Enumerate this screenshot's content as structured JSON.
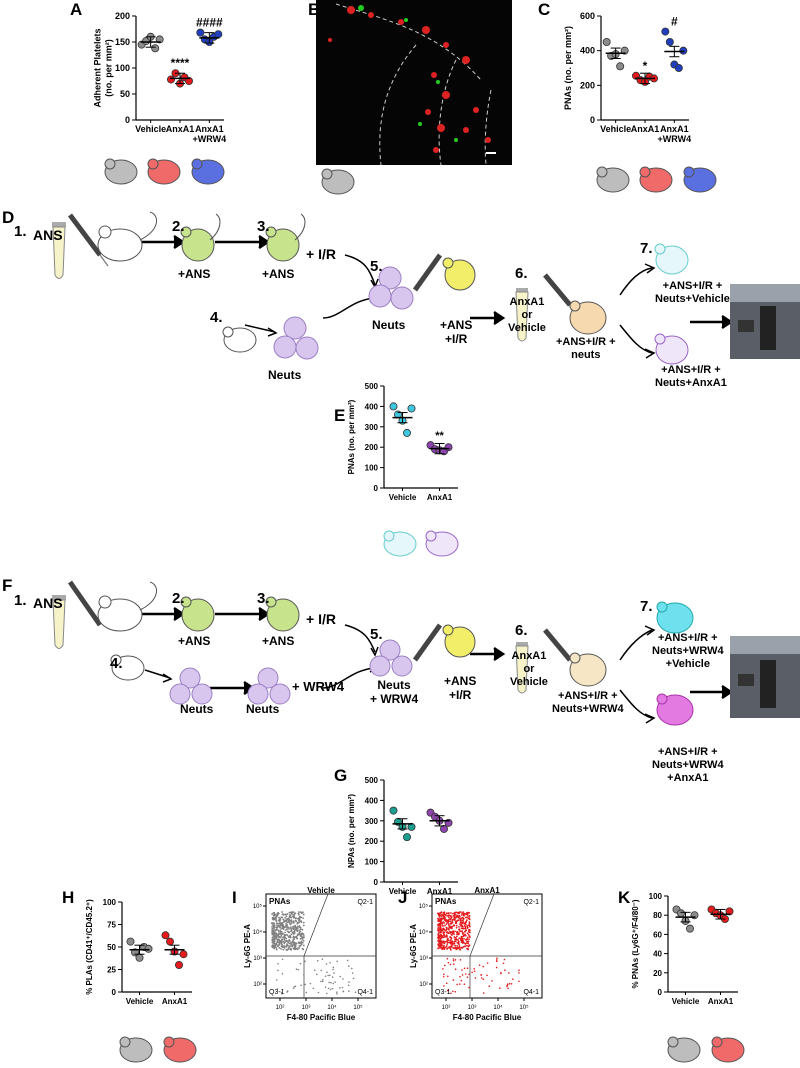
{
  "panel_labels": {
    "A": "A",
    "B": "B",
    "C": "C",
    "D": "D",
    "E": "E",
    "F": "F",
    "G": "G",
    "H": "H",
    "I": "I",
    "J": "J",
    "K": "K"
  },
  "chart_data": [
    {
      "id": "A",
      "type": "scatter",
      "ylabel": "Adherent Platelets (no. per mm²)",
      "ylabel_line1": "Adherent Platelets",
      "ylabel_line2": "(no. per mm²)",
      "categories": [
        "Vehicle",
        "AnxA1",
        "AnxA1\n+WRW4"
      ],
      "yticks": [
        0,
        50,
        100,
        150,
        200
      ],
      "ylim": [
        0,
        200
      ],
      "series": [
        {
          "values": [
            [
              145,
              152,
              160,
              138,
              155
            ],
            [
              78,
              90,
              70,
              82,
              75
            ],
            [
              168,
              155,
              150,
              160,
              165
            ]
          ],
          "means": [
            150,
            80,
            158
          ]
        }
      ],
      "colors": [
        "#8c8c8c",
        "#e41a1c",
        "#1f3fbf"
      ],
      "annotations": [
        "",
        "****",
        "####"
      ]
    },
    {
      "id": "C",
      "type": "scatter",
      "ylabel": "PNAs (no. per mm²)",
      "categories": [
        "Vehicle",
        "AnxA1",
        "AnxA1\n+WRW4"
      ],
      "yticks": [
        0,
        200,
        400,
        600
      ],
      "ylim": [
        0,
        600
      ],
      "series": [
        {
          "values": [
            [
              450,
              370,
              380,
              310,
              400
            ],
            [
              255,
              230,
              220,
              250,
              240
            ],
            [
              510,
              450,
              320,
              300,
              400
            ]
          ],
          "means": [
            385,
            240,
            395
          ]
        }
      ],
      "colors": [
        "#8c8c8c",
        "#e41a1c",
        "#1f3fbf"
      ],
      "annotations": [
        "",
        "*",
        "#"
      ]
    },
    {
      "id": "E",
      "type": "scatter",
      "ylabel": "PNAs (no. per mm²)",
      "categories": [
        "Vehicle",
        "AnxA1"
      ],
      "yticks": [
        0,
        100,
        200,
        300,
        400,
        500
      ],
      "ylim": [
        0,
        500
      ],
      "series": [
        {
          "values": [
            [
              400,
              360,
              330,
              270,
              390
            ],
            [
              210,
              190,
              185,
              180,
              200
            ]
          ],
          "means": [
            345,
            193
          ]
        }
      ],
      "colors": [
        "#3fc6e0",
        "#8e44ad"
      ],
      "annotations": [
        "",
        "**"
      ]
    },
    {
      "id": "G",
      "type": "scatter",
      "ylabel": "NPAs (no. per mm²)",
      "categories": [
        "Vehicle",
        "AnxA1"
      ],
      "yticks": [
        0,
        100,
        200,
        300,
        400,
        500
      ],
      "ylim": [
        0,
        500
      ],
      "series": [
        {
          "values": [
            [
              350,
              295,
              270,
              220,
              270
            ],
            [
              340,
              320,
              300,
              260,
              290
            ]
          ],
          "means": [
            285,
            300
          ]
        }
      ],
      "colors": [
        "#1a9e8f",
        "#8e44ad"
      ],
      "annotations": [
        "",
        ""
      ]
    },
    {
      "id": "H",
      "type": "scatter",
      "ylabel": "% PLAs (CD41⁺/CD45.2⁺)",
      "categories": [
        "Vehicle",
        "AnxA1"
      ],
      "yticks": [
        0,
        25,
        50,
        75,
        100
      ],
      "ylim": [
        0,
        100
      ],
      "series": [
        {
          "values": [
            [
              56,
              44,
              38,
              50,
              48
            ],
            [
              63,
              56,
              45,
              30,
              42
            ]
          ],
          "means": [
            47,
            47
          ]
        }
      ],
      "colors": [
        "#8c8c8c",
        "#e41a1c"
      ],
      "annotations": [
        "",
        ""
      ]
    },
    {
      "id": "K",
      "type": "scatter",
      "ylabel": "% PNAs (Ly6G⁺/F4/80⁻)",
      "categories": [
        "Vehicle",
        "AnxA1"
      ],
      "yticks": [
        0,
        20,
        40,
        60,
        80,
        100
      ],
      "ylim": [
        0,
        100
      ],
      "series": [
        {
          "values": [
            [
              86,
              82,
              74,
              66,
              80
            ],
            [
              86,
              82,
              80,
              76,
              84
            ]
          ],
          "means": [
            78,
            81
          ]
        }
      ],
      "colors": [
        "#8c8c8c",
        "#e41a1c"
      ],
      "annotations": [
        "",
        ""
      ]
    },
    {
      "id": "I",
      "type": "scatter",
      "title": "Vehicle",
      "xlabel": "F4-80 Pacific Blue",
      "ylabel": "Ly-6G PE-A",
      "color": "#808080",
      "gates": [
        "PNAs",
        "Q2-1",
        "Q3-1",
        "Q4-1"
      ]
    },
    {
      "id": "J",
      "type": "scatter",
      "title": "AnxA1",
      "xlabel": "F4-80 Pacific Blue",
      "ylabel": "Ly-6G PE-A",
      "color": "#e41a1c",
      "gates": [
        "PNAs",
        "Q2-1",
        "Q3-1",
        "Q4-1"
      ]
    }
  ],
  "flow_ticks": {
    "x": [
      "10²",
      "10³",
      "10⁴",
      "10⁵"
    ],
    "y": [
      "10²",
      "10³",
      "10⁴",
      "10⁵"
    ]
  },
  "schematic_D": {
    "steps": [
      "1.",
      "2.",
      "3.",
      "4.",
      "5.",
      "6.",
      "7."
    ],
    "ans": "ANS",
    "plus_ans": "+ANS",
    "ir": "+ I/R",
    "neuts": "Neuts",
    "ans_ir": "+ANS\n+I/R",
    "vial": "AnxA1\nor\nVehicle",
    "step6": "+ANS+I/R +\nneuts",
    "out1": "+ANS+I/R +\nNeuts+Vehicle",
    "out2": "+ANS+I/R +\nNeuts+AnxA1"
  },
  "schematic_F": {
    "steps": [
      "1.",
      "2.",
      "3.",
      "4.",
      "5.",
      "6.",
      "7."
    ],
    "ans": "ANS",
    "plus_ans": "+ANS",
    "ir": "+ I/R",
    "neuts": "Neuts",
    "wrw4": "+ WRW4",
    "neuts_wrw4": "Neuts\n+ WRW4",
    "ans_ir": "+ANS\n+I/R",
    "vial": "AnxA1\nor\nVehicle",
    "step6": "+ANS+I/R +\nNeuts+WRW4",
    "out1": "+ANS+I/R +\nNeuts+WRW4\n+Vehicle",
    "out2": "+ANS+I/R +\nNeuts+WRW4\n+AnxA1"
  }
}
